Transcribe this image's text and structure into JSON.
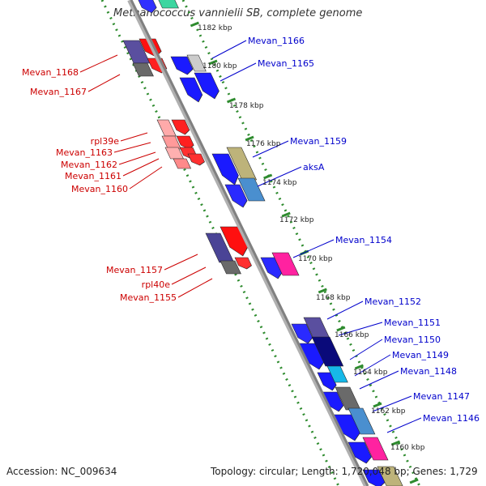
{
  "title": "Methanococcus vannielii SB, complete genome",
  "footer": {
    "accession": "Accession: NC_009634",
    "summary": "Topology: circular; Length: 1,720,048 bp; Genes: 1,729"
  },
  "colors": {
    "forward_label": "#0000cc",
    "reverse_label": "#cc0000",
    "backbone": "#808080",
    "tick_ring": "#2e8b2e",
    "cds_blue": "#0000ff",
    "cds_red": "#ff0000"
  },
  "scale_labels": [
    "1182 kbp",
    "1180 kbp",
    "1178 kbp",
    "1176 kbp",
    "1174 kbp",
    "1172 kbp",
    "1170 kbp",
    "1168 kbp",
    "1166 kbp",
    "1164 kbp",
    "1162 kbp",
    "1160 kbp"
  ],
  "forward_gene_labels": [
    "Mevan_1166",
    "Mevan_1165",
    "Mevan_1159",
    "aksA",
    "Mevan_1154",
    "Mevan_1152",
    "Mevan_1151",
    "Mevan_1150",
    "Mevan_1149",
    "Mevan_1148",
    "Mevan_1147",
    "Mevan_1146"
  ],
  "reverse_gene_labels": [
    "Mevan_1168",
    "Mevan_1167",
    "rpl39e",
    "Mevan_1163",
    "Mevan_1162",
    "Mevan_1161",
    "Mevan_1160",
    "Mevan_1157",
    "rpl40e",
    "Mevan_1155"
  ]
}
